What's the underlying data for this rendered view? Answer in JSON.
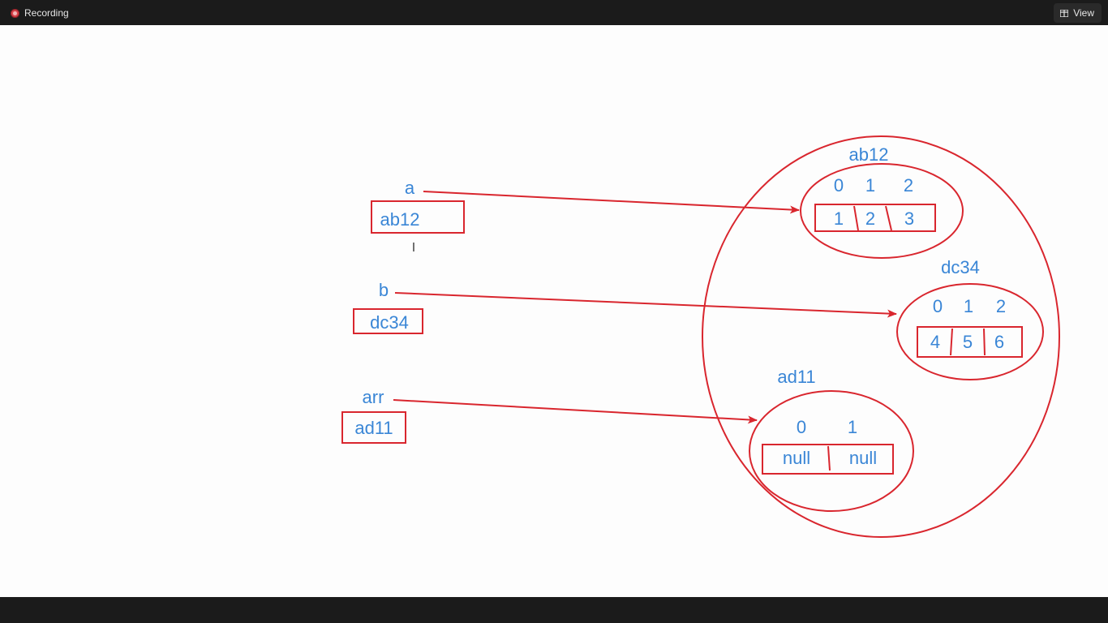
{
  "topbar": {
    "recording_label": "Recording",
    "view_label": "View"
  },
  "diagram": {
    "variables": [
      {
        "name": "a",
        "value": "ab12"
      },
      {
        "name": "b",
        "value": "dc34"
      },
      {
        "name": "arr",
        "value": "ad11"
      }
    ],
    "objects": [
      {
        "address": "ab12",
        "indices": [
          "0",
          "1",
          "2"
        ],
        "values": [
          "1",
          "2",
          "3"
        ]
      },
      {
        "address": "dc34",
        "indices": [
          "0",
          "1",
          "2"
        ],
        "values": [
          "4",
          "5",
          "6"
        ]
      },
      {
        "address": "ad11",
        "indices": [
          "0",
          "1"
        ],
        "values": [
          "null",
          "null"
        ]
      }
    ]
  },
  "colors": {
    "ink_blue": "#3a86d6",
    "ink_red": "#d9262e",
    "bar": "#1b1b1b"
  }
}
